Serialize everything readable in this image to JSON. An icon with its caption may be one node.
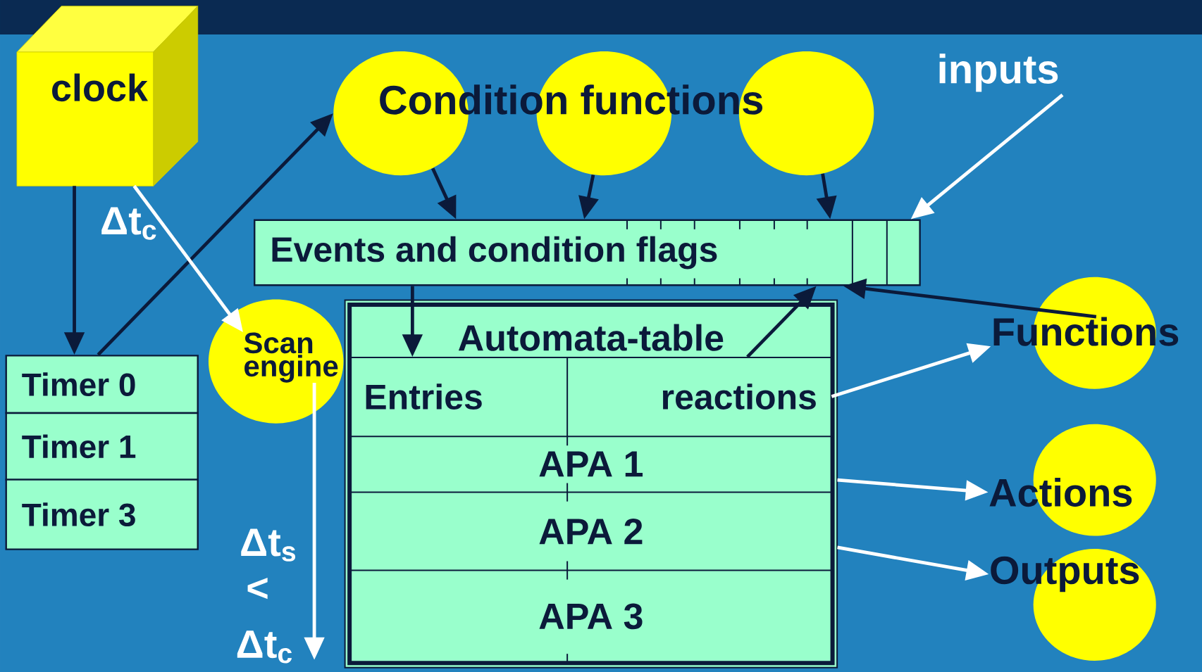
{
  "diagram": {
    "nodes": [
      {
        "text": [
          "clock"
        ]
      },
      {
        "text": [],
        "shape": "circle"
      },
      {
        "text": [],
        "shape": "circle"
      },
      {
        "text": [],
        "shape": "circle"
      },
      {
        "text": [
          "inputs"
        ]
      },
      {
        "text": [
          "Events and condition flags"
        ]
      },
      {
        "text": [
          "Scan engine"
        ]
      },
      {
        "text": [
          "Automata-table"
        ]
      },
      {
        "text": [
          "Entries"
        ],
        "in": 7
      },
      {
        "text": [
          "reactions"
        ],
        "in": 7
      },
      {
        "text": [
          "APA 1"
        ],
        "in": 7
      },
      {
        "text": [
          "APA 2"
        ],
        "in": 7
      },
      {
        "text": [
          "APA 3"
        ],
        "in": 7
      },
      {
        "text": [
          "Functions"
        ]
      },
      {
        "text": [
          "Timer 0"
        ]
      },
      {
        "text": [
          "Timer 1"
        ]
      },
      {
        "text": [
          "Timer 3"
        ]
      },
      {
        "text": [
          "Actions"
        ]
      },
      {
        "text": [
          "Outputs"
        ]
      }
    ],
    "edges": [
      {
        "from": 0,
        "to": 14,
        "arrow": "to"
      },
      {
        "from": 14,
        "to": 1,
        "arrow": "to"
      },
      {
        "from": 0,
        "to": 6,
        "arrow": "to",
        "color": "#ffffff"
      },
      {
        "from": 1,
        "to": 5,
        "arrow": "to"
      },
      {
        "from": 2,
        "to": 5,
        "arrow": "to"
      },
      {
        "from": 3,
        "to": 5,
        "arrow": "to"
      },
      {
        "from": 4,
        "to": 5,
        "arrow": "to",
        "color": "#ffffff"
      },
      {
        "from": 5,
        "to": 8,
        "arrow": "to"
      },
      {
        "from": 9,
        "to": 5,
        "arrow": "to"
      },
      {
        "from": 13,
        "to": 5,
        "arrow": "to"
      },
      {
        "from": 9,
        "to": 13,
        "arrow": "to",
        "color": "#ffffff"
      },
      {
        "from": 7,
        "to": 17,
        "arrow": "to",
        "color": "#ffffff"
      },
      {
        "from": 7,
        "to": 18,
        "arrow": "to",
        "color": "#ffffff"
      },
      {
        "from": 6,
        "to": null,
        "arrow": "to",
        "color": "#ffffff"
      }
    ],
    "labels": [
      "Condition functions",
      "Δt$_{c}$",
      "Δt$_{s}$",
      "<",
      "Δt$_{c}$"
    ]
  }
}
